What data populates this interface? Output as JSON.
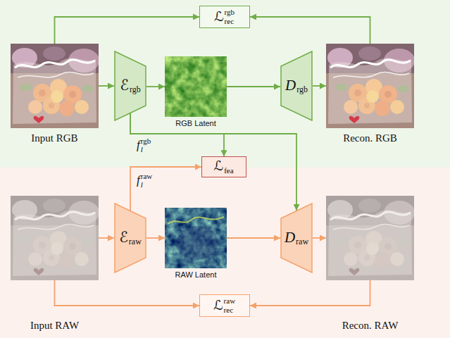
{
  "diagram": {
    "nodes": [
      {
        "text": [
          "ℒ",
          "rec",
          "rgb"
        ]
      },
      {
        "text": [
          "Input RGB"
        ]
      },
      {
        "text": [
          "ℰ",
          "rgb"
        ]
      },
      {
        "text": [
          "RGB Latent"
        ]
      },
      {
        "text": [
          "D",
          "rgb"
        ]
      },
      {
        "text": [
          "Recon. RGB"
        ]
      },
      {
        "text": [
          "ℒ",
          "fea"
        ]
      },
      {
        "text": [
          "Input RAW"
        ]
      },
      {
        "text": [
          "ℰ",
          "raw"
        ]
      },
      {
        "text": [
          "RAW Latent"
        ]
      },
      {
        "text": [
          "D",
          "raw"
        ]
      },
      {
        "text": [
          "Recon. RAW"
        ]
      },
      {
        "text": [
          "ℒ",
          "rec",
          "raw"
        ]
      }
    ],
    "edges": [
      {
        "from": 1,
        "to": 0,
        "arrow": "to"
      },
      {
        "from": 5,
        "to": 0,
        "arrow": "to"
      },
      {
        "from": 1,
        "to": 2,
        "arrow": "to"
      },
      {
        "from": 2,
        "to": 3,
        "arrow": "to"
      },
      {
        "from": 3,
        "to": 4,
        "arrow": "to"
      },
      {
        "from": 4,
        "to": 5,
        "arrow": "to"
      },
      {
        "from": 2,
        "to": 6,
        "arrow": "to"
      },
      {
        "from": 2,
        "to": 10,
        "arrow": "to"
      },
      {
        "from": 8,
        "to": 6,
        "arrow": "to"
      },
      {
        "from": 7,
        "to": 8,
        "arrow": "to"
      },
      {
        "from": 8,
        "to": 9,
        "arrow": "to"
      },
      {
        "from": 9,
        "to": 10,
        "arrow": "to"
      },
      {
        "from": 10,
        "to": 11,
        "arrow": "to"
      },
      {
        "from": 7,
        "to": 12,
        "arrow": "to"
      },
      {
        "from": 11,
        "to": 12,
        "arrow": "to"
      }
    ],
    "labels": [
      "f",
      "l",
      "rgb",
      "f",
      "l",
      "raw"
    ]
  }
}
